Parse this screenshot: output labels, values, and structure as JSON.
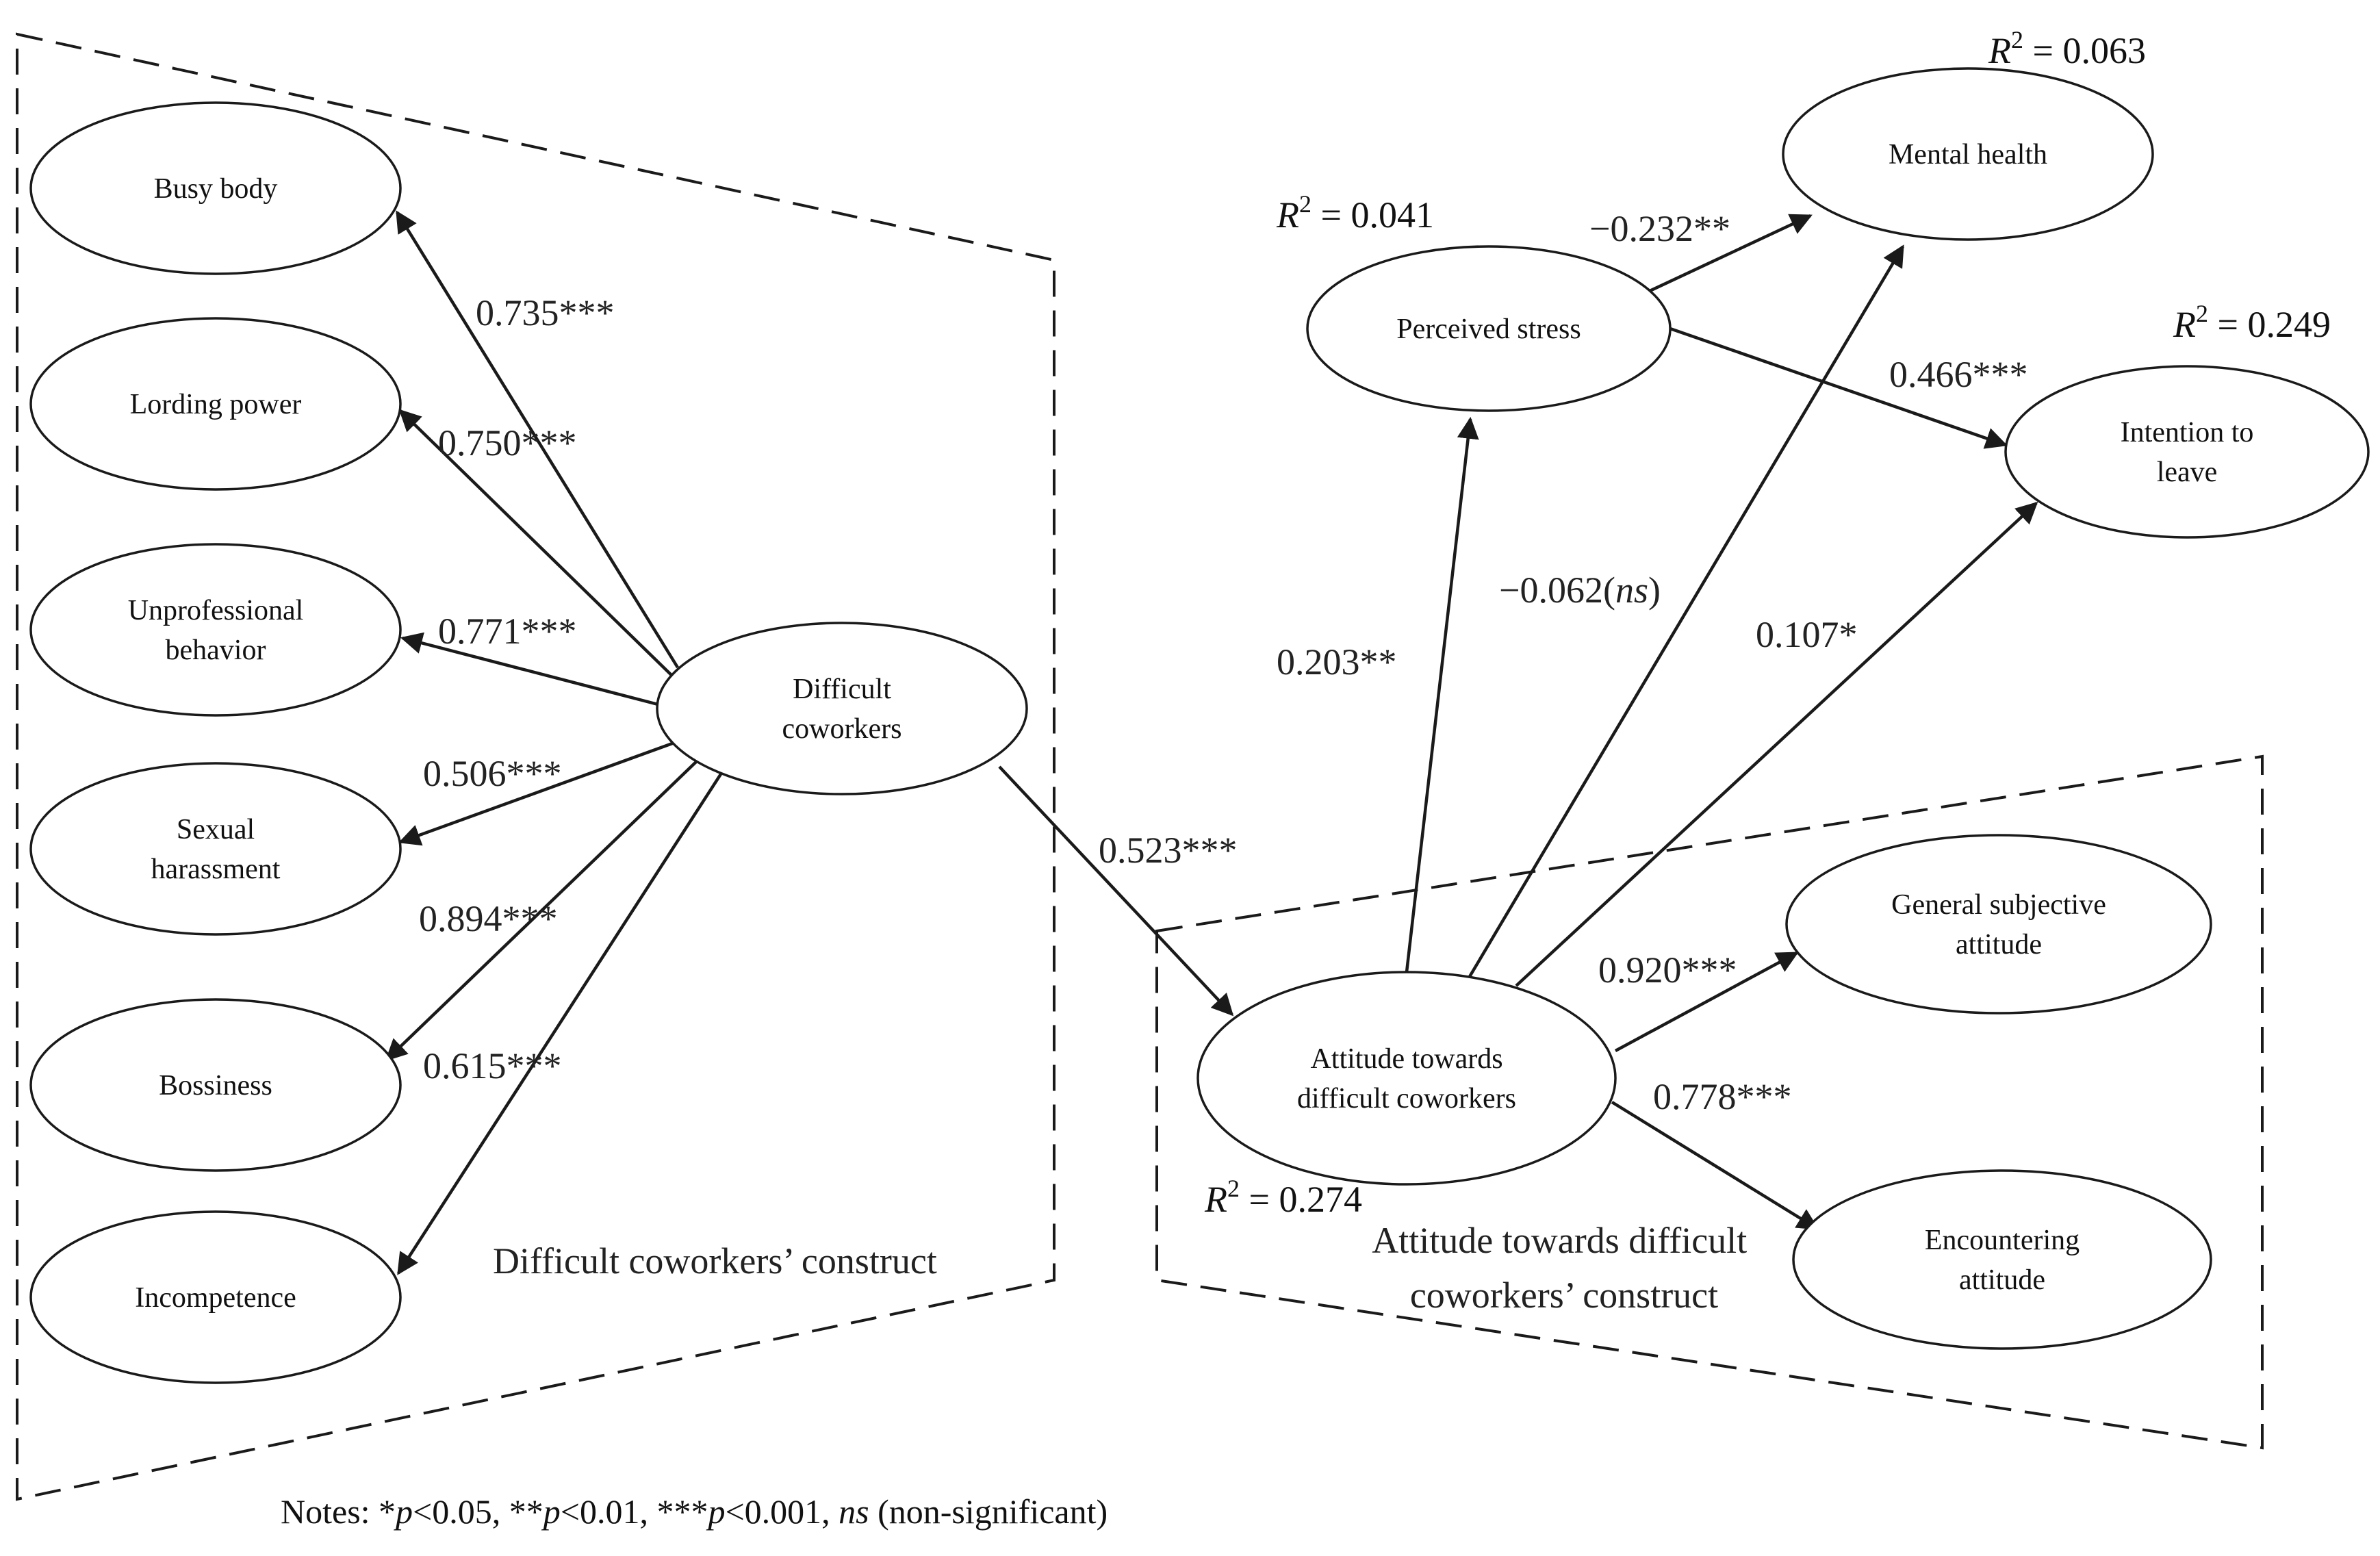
{
  "nodes": {
    "busy_body": {
      "label": [
        "Busy body"
      ]
    },
    "lording_power": {
      "label": [
        "Lording power"
      ]
    },
    "unprofessional_behavior": {
      "label": [
        "Unprofessional",
        "behavior"
      ]
    },
    "sexual_harassment": {
      "label": [
        "Sexual",
        "harassment"
      ]
    },
    "bossiness": {
      "label": [
        "Bossiness"
      ]
    },
    "incompetence": {
      "label": [
        "Incompetence"
      ]
    },
    "difficult_coworkers": {
      "label": [
        "Difficult",
        "coworkers"
      ]
    },
    "perceived_stress": {
      "label": [
        "Perceived stress"
      ]
    },
    "mental_health": {
      "label": [
        "Mental health"
      ]
    },
    "intention_to_leave": {
      "label": [
        "Intention to",
        "leave"
      ]
    },
    "attitude": {
      "label": [
        "Attitude towards",
        "difficult coworkers"
      ]
    },
    "general_subjective_attitude": {
      "label": [
        "General subjective",
        "attitude"
      ]
    },
    "encountering_attitude": {
      "label": [
        "Encountering",
        "attitude"
      ]
    }
  },
  "paths": [
    {
      "id": "busy_body",
      "from": "difficult_coworkers",
      "to": "busy_body",
      "coef": "0.735",
      "sig": "***"
    },
    {
      "id": "lording_power",
      "from": "difficult_coworkers",
      "to": "lording_power",
      "coef": "0.750",
      "sig": "***"
    },
    {
      "id": "unprofessional",
      "from": "difficult_coworkers",
      "to": "unprofessional_behavior",
      "coef": "0.771",
      "sig": "***"
    },
    {
      "id": "sexual_harassment",
      "from": "difficult_coworkers",
      "to": "sexual_harassment",
      "coef": "0.506",
      "sig": "***"
    },
    {
      "id": "bossiness",
      "from": "difficult_coworkers",
      "to": "bossiness",
      "coef": "0.894",
      "sig": "***"
    },
    {
      "id": "incompetence",
      "from": "difficult_coworkers",
      "to": "incompetence",
      "coef": "0.615",
      "sig": "***"
    },
    {
      "id": "coworkers_to_attitude",
      "from": "difficult_coworkers",
      "to": "attitude",
      "coef": "0.523",
      "sig": "***"
    },
    {
      "id": "attitude_to_stress",
      "from": "attitude",
      "to": "perceived_stress",
      "coef": "0.203",
      "sig": "**"
    },
    {
      "id": "attitude_to_mental",
      "from": "attitude",
      "to": "mental_health",
      "coef": "−0.062",
      "sig": "(ns)"
    },
    {
      "id": "attitude_to_intention",
      "from": "attitude",
      "to": "intention_to_leave",
      "coef": "0.107",
      "sig": "*"
    },
    {
      "id": "stress_to_mental",
      "from": "perceived_stress",
      "to": "mental_health",
      "coef": "−0.232",
      "sig": "**"
    },
    {
      "id": "stress_to_intention",
      "from": "perceived_stress",
      "to": "intention_to_leave",
      "coef": "0.466",
      "sig": "***"
    },
    {
      "id": "attitude_to_general",
      "from": "attitude",
      "to": "general_subjective_attitude",
      "coef": "0.920",
      "sig": "***"
    },
    {
      "id": "attitude_to_encountering",
      "from": "attitude",
      "to": "encountering_attitude",
      "coef": "0.778",
      "sig": "***"
    }
  ],
  "r_squared": {
    "mental_health": {
      "prefix": "R",
      "sup": "2",
      "value": " = 0.063"
    },
    "perceived_stress": {
      "prefix": "R",
      "sup": "2",
      "value": " = 0.041"
    },
    "intention_to_leave": {
      "prefix": "R",
      "sup": "2",
      "value": " = 0.249"
    },
    "attitude": {
      "prefix": "R",
      "sup": "2",
      "value": " = 0.274"
    }
  },
  "constructs": {
    "difficult_coworkers": {
      "label": [
        "Difficult coworkers’ construct"
      ]
    },
    "attitude": {
      "label": [
        "Attitude towards difficult",
        "coworkers’ construct"
      ]
    }
  },
  "notes": {
    "prefix": "Notes: ",
    "p05_mark": "*",
    "p05_p": "p",
    "p05_rest": "<0.05, ",
    "p01_mark": "**",
    "p01_p": "p",
    "p01_rest": "<0.01, ",
    "p001_mark": "***",
    "p001_p": "p",
    "p001_rest": "<0.001, ",
    "ns": "ns",
    "ns_desc": " (non-significant)"
  }
}
